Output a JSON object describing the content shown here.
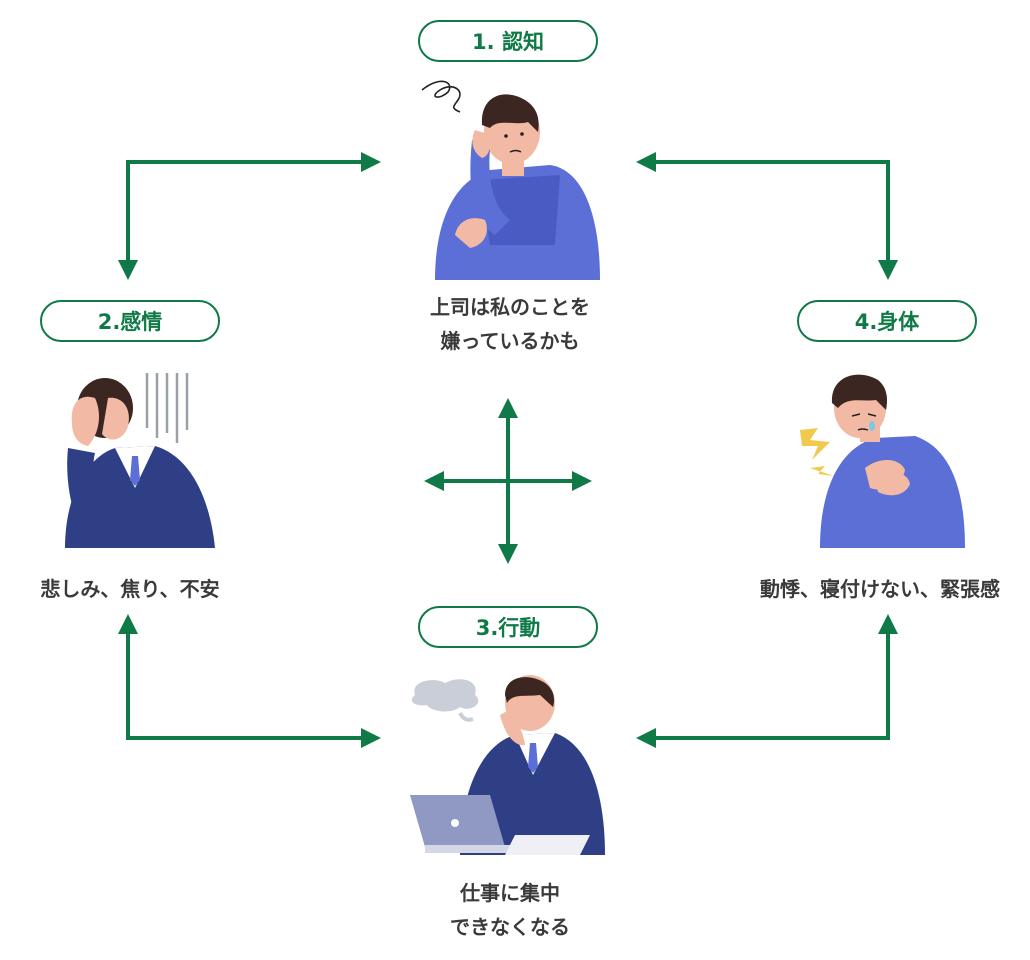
{
  "nodes": {
    "cognition": {
      "label": "1. 認知",
      "caption_line1": "上司は私のことを",
      "caption_line2": "嫌っているかも"
    },
    "emotion": {
      "label": "2.感情",
      "caption": "悲しみ、焦り、不安"
    },
    "behavior": {
      "label": "3.行動",
      "caption_line1": "仕事に集中",
      "caption_line2": "できなくなる"
    },
    "body": {
      "label": "4.身体",
      "caption": "動悸、寝付けない、緊張感"
    }
  },
  "colors": {
    "accent": "#0f7a47",
    "text": "#3a3a3a",
    "sweater": "#5b6fd6",
    "suit": "#2e3f86",
    "hair": "#3b2622",
    "skin": "#f2b9a5"
  },
  "icons": [
    "arrow-icon",
    "worried-man-icon",
    "head-in-hands-man-icon",
    "tired-man-laptop-icon",
    "chest-pain-man-icon",
    "lightning-icon",
    "thought-bubble-icon",
    "scribble-icon"
  ]
}
